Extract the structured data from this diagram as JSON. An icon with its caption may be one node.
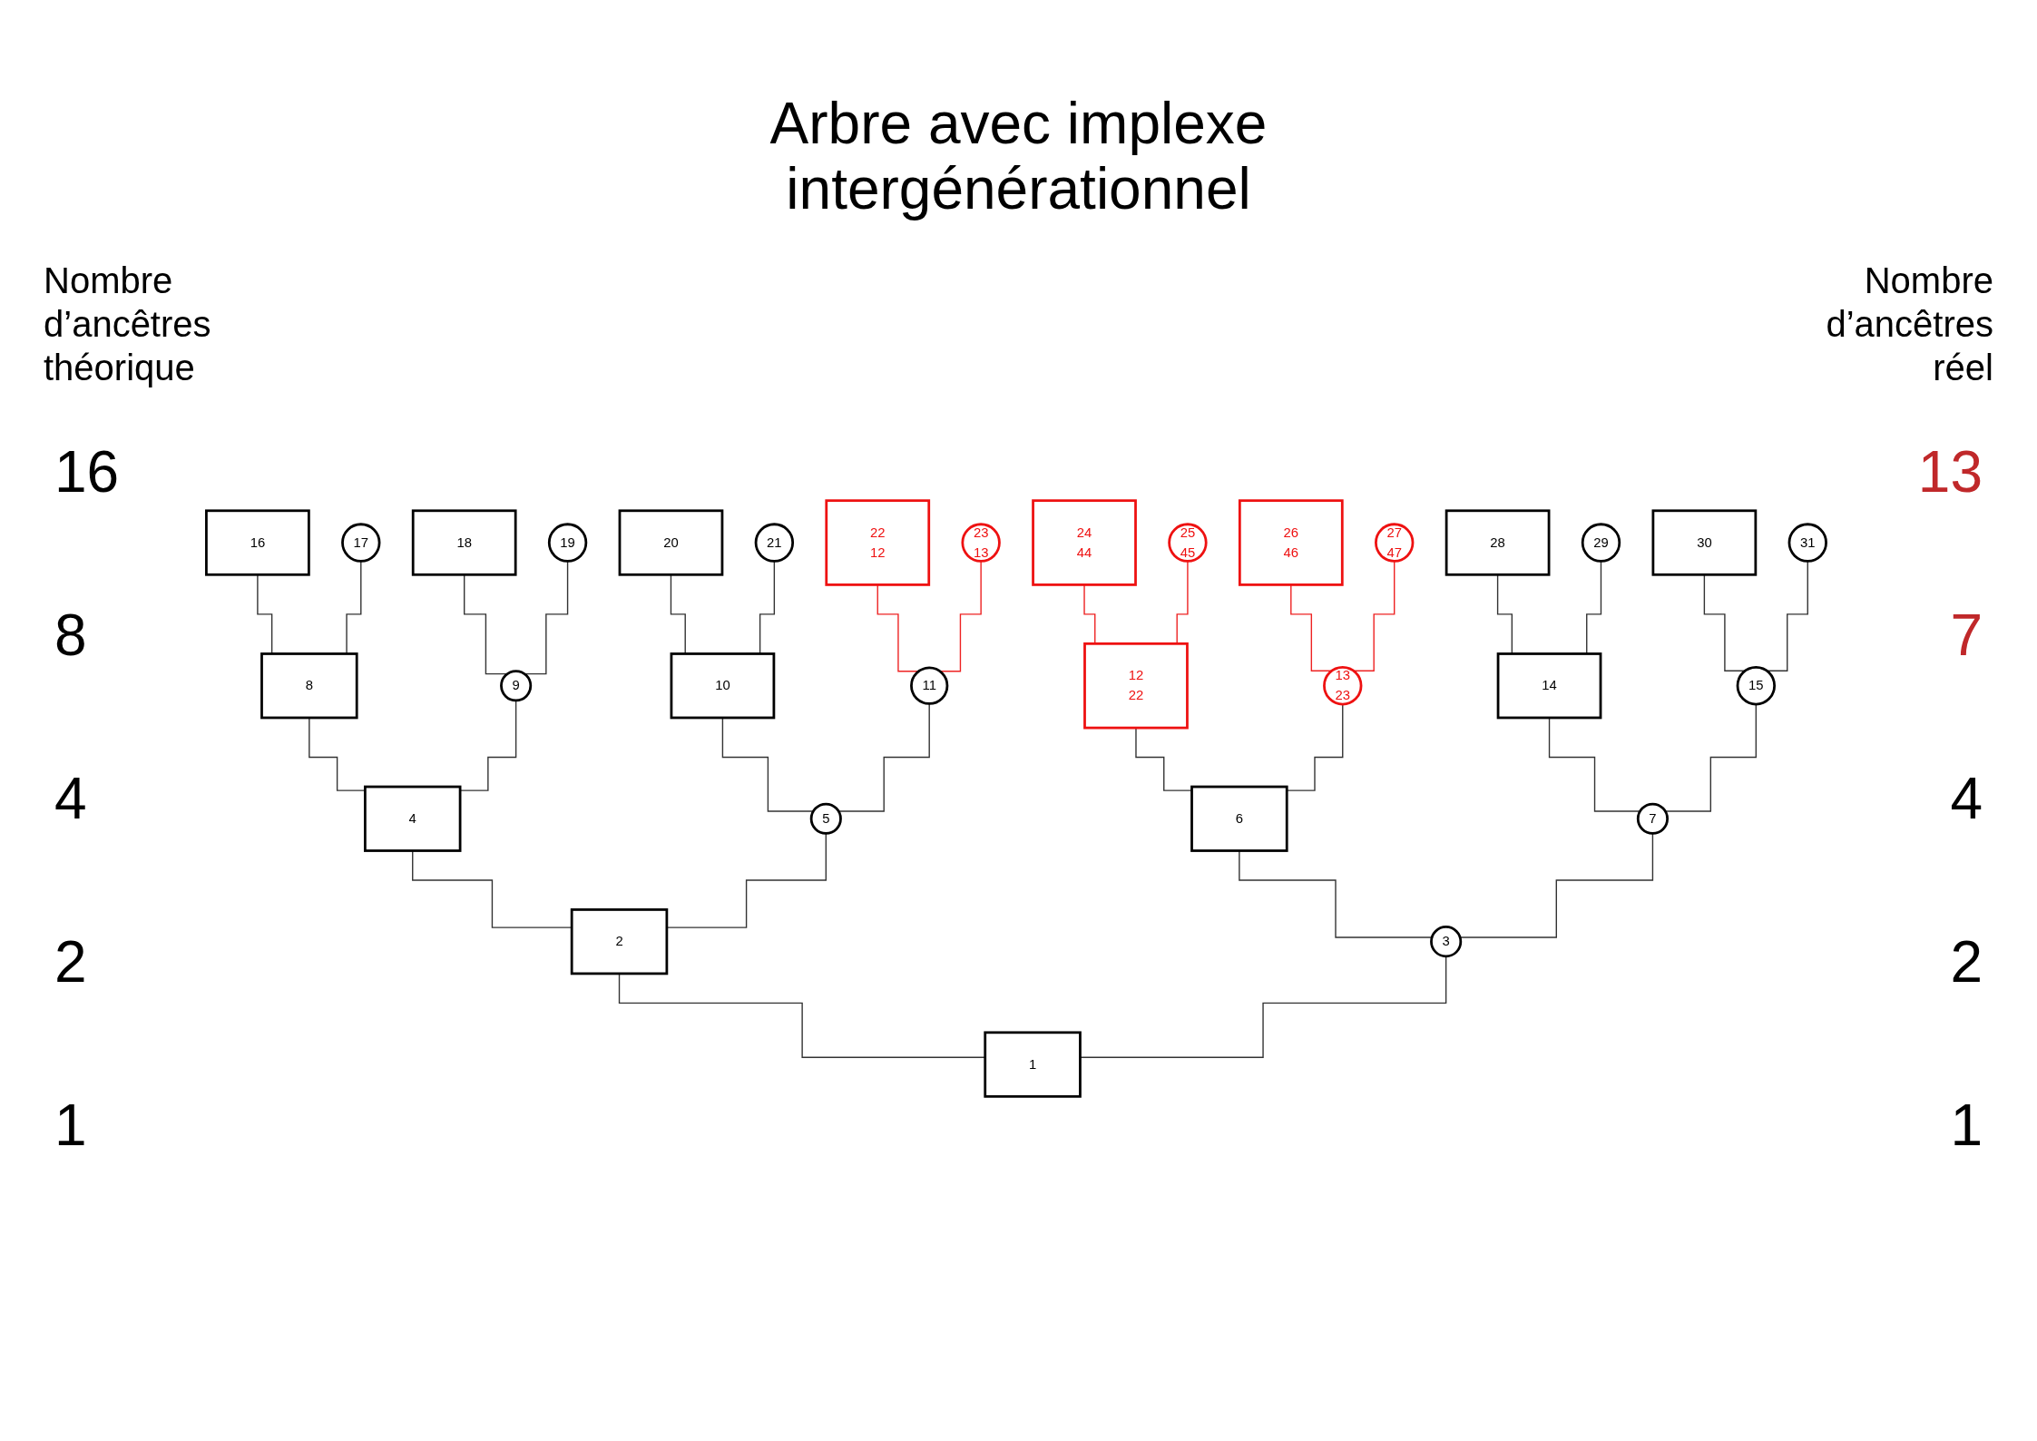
{
  "diagram": {
    "title": "Arbre avec implexe intergénérationnel",
    "nodes": [
      {
        "text": [
          "16"
        ]
      },
      {
        "text": [
          "17"
        ]
      },
      {
        "text": [
          "18"
        ]
      },
      {
        "text": [
          "19"
        ]
      },
      {
        "text": [
          "20"
        ]
      },
      {
        "text": [
          "21"
        ]
      },
      {
        "text": [
          "22",
          "12"
        ]
      },
      {
        "text": [
          "23",
          "13"
        ]
      },
      {
        "text": [
          "24",
          "44"
        ]
      },
      {
        "text": [
          "25",
          "45"
        ]
      },
      {
        "text": [
          "26",
          "46"
        ]
      },
      {
        "text": [
          "27",
          "47"
        ]
      },
      {
        "text": [
          "28"
        ]
      },
      {
        "text": [
          "29"
        ]
      },
      {
        "text": [
          "30"
        ]
      },
      {
        "text": [
          "31"
        ]
      },
      {
        "text": [
          "8"
        ]
      },
      {
        "text": [
          "9"
        ]
      },
      {
        "text": [
          "10"
        ]
      },
      {
        "text": [
          "11"
        ]
      },
      {
        "text": [
          "12",
          "22"
        ]
      },
      {
        "text": [
          "13",
          "23"
        ]
      },
      {
        "text": [
          "14"
        ]
      },
      {
        "text": [
          "15"
        ]
      },
      {
        "text": [
          "4"
        ]
      },
      {
        "text": [
          "5"
        ]
      },
      {
        "text": [
          "6"
        ]
      },
      {
        "text": [
          "7"
        ]
      },
      {
        "text": [
          "2"
        ]
      },
      {
        "text": [
          "3"
        ]
      },
      {
        "text": [
          "1"
        ]
      }
    ],
    "edges": [
      {
        "from": 0,
        "to": 16,
        "arrow": "none"
      },
      {
        "from": 1,
        "to": 16,
        "arrow": "none"
      },
      {
        "from": 2,
        "to": 17,
        "arrow": "none"
      },
      {
        "from": 3,
        "to": 17,
        "arrow": "none"
      },
      {
        "from": 4,
        "to": 18,
        "arrow": "none"
      },
      {
        "from": 5,
        "to": 18,
        "arrow": "none"
      },
      {
        "from": 6,
        "to": 19,
        "arrow": "none",
        "color": "#ee2222"
      },
      {
        "from": 7,
        "to": 19,
        "arrow": "none",
        "color": "#ee2222"
      },
      {
        "from": 8,
        "to": 20,
        "arrow": "none",
        "color": "#ee2222"
      },
      {
        "from": 9,
        "to": 20,
        "arrow": "none",
        "color": "#ee2222"
      },
      {
        "from": 10,
        "to": 21,
        "arrow": "none",
        "color": "#ee2222"
      },
      {
        "from": 11,
        "to": 21,
        "arrow": "none",
        "color": "#ee2222"
      },
      {
        "from": 12,
        "to": 22,
        "arrow": "none"
      },
      {
        "from": 13,
        "to": 22,
        "arrow": "none"
      },
      {
        "from": 14,
        "to": 23,
        "arrow": "none"
      },
      {
        "from": 15,
        "to": 23,
        "arrow": "none"
      },
      {
        "from": 16,
        "to": 24,
        "arrow": "none"
      },
      {
        "from": 17,
        "to": 24,
        "arrow": "none"
      },
      {
        "from": 18,
        "to": 25,
        "arrow": "none"
      },
      {
        "from": 19,
        "to": 25,
        "arrow": "none"
      },
      {
        "from": 20,
        "to": 26,
        "arrow": "none"
      },
      {
        "from": 21,
        "to": 26,
        "arrow": "none"
      },
      {
        "from": 22,
        "to": 27,
        "arrow": "none"
      },
      {
        "from": 23,
        "to": 27,
        "arrow": "none"
      },
      {
        "from": 24,
        "to": 28,
        "arrow": "none"
      },
      {
        "from": 25,
        "to": 28,
        "arrow": "none"
      },
      {
        "from": 26,
        "to": 29,
        "arrow": "none"
      },
      {
        "from": 27,
        "to": 29,
        "arrow": "none"
      },
      {
        "from": 28,
        "to": 30,
        "arrow": "none"
      },
      {
        "from": 29,
        "to": 30,
        "arrow": "none"
      }
    ],
    "labels": [
      "Nombre d’ancêtres théorique",
      "Nombre d’ancêtres réel",
      "16",
      "13",
      "8",
      "7",
      "4",
      "4",
      "2",
      "2",
      "1",
      "1"
    ]
  }
}
